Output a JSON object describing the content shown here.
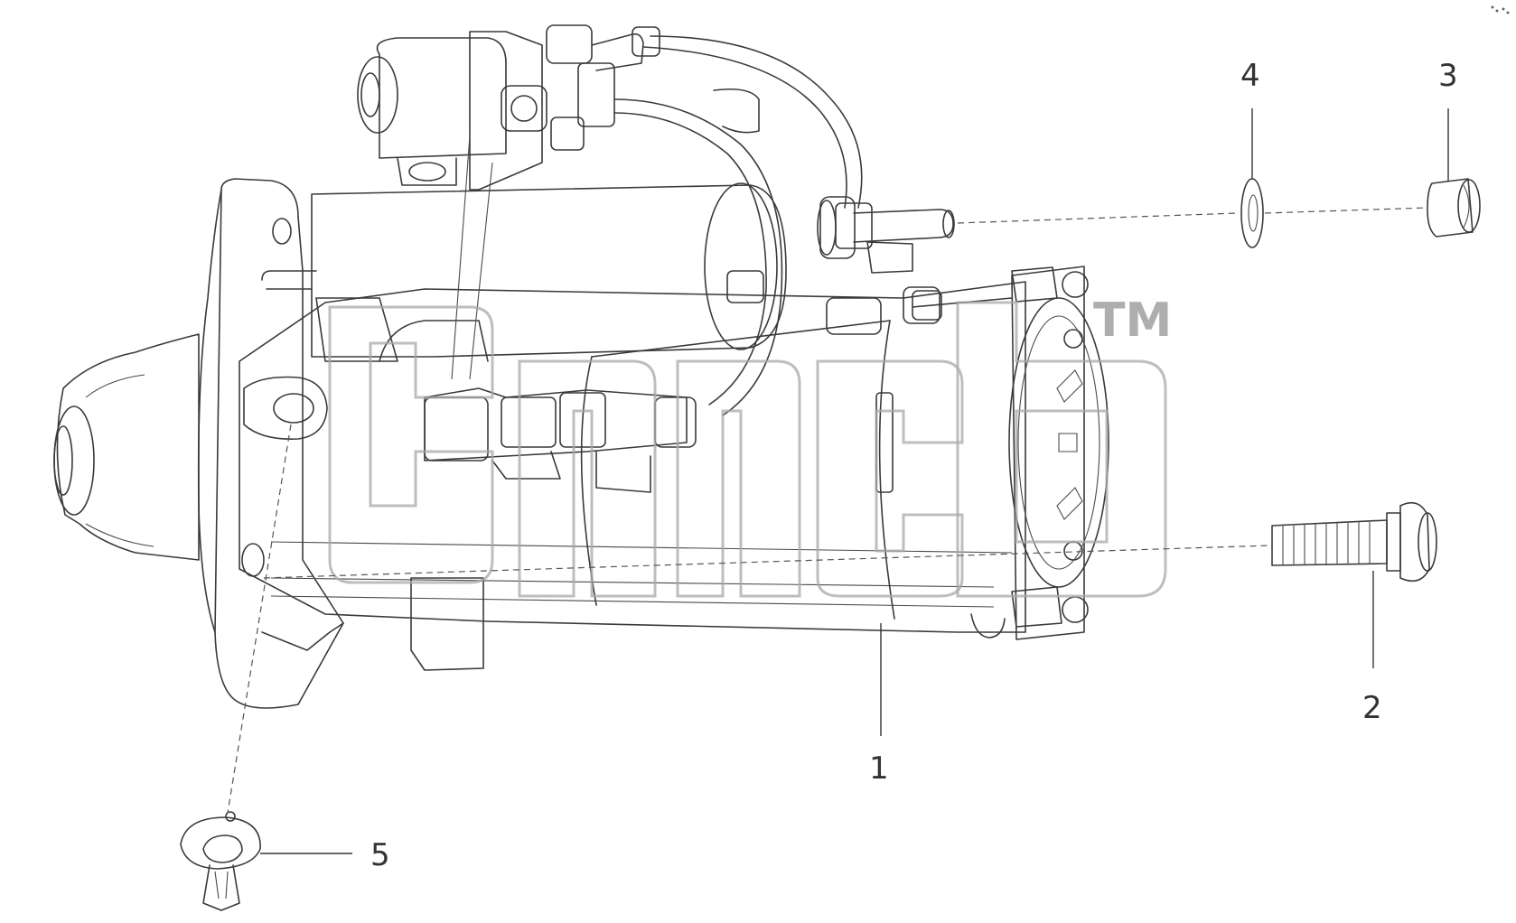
{
  "diagram": {
    "callouts": [
      {
        "id": "1",
        "label": "1"
      },
      {
        "id": "2",
        "label": "2"
      },
      {
        "id": "3",
        "label": "3"
      },
      {
        "id": "4",
        "label": "4"
      },
      {
        "id": "5",
        "label": "5"
      }
    ],
    "watermark_trademark": "TM"
  },
  "icons": {
    "corner-mark": "small-dots-icon"
  }
}
